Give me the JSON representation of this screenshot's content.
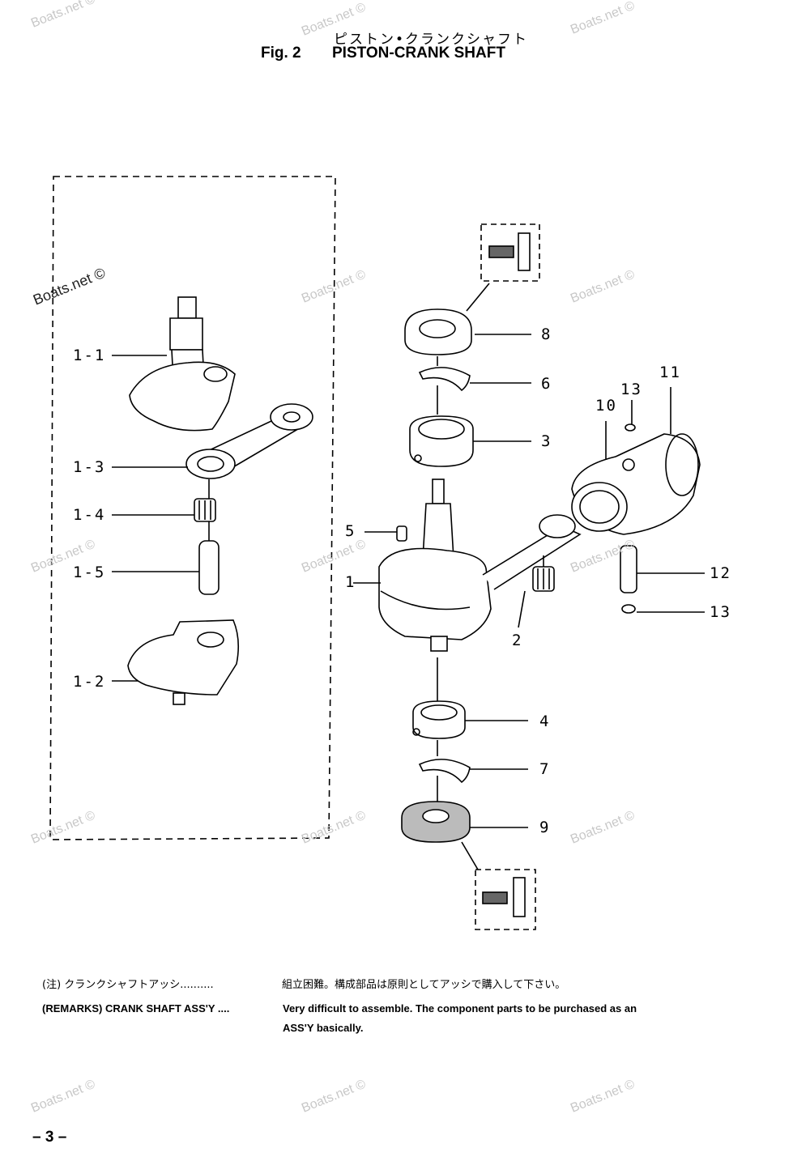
{
  "header": {
    "title_jp": "ピストン•クランクシャフト",
    "fig_label": "Fig. 2",
    "fig_title": "PISTON-CRANK SHAFT"
  },
  "callouts": {
    "c1_1": "1-1",
    "c1_3": "1-3",
    "c1_4": "1-4",
    "c1_5": "1-5",
    "c1_2": "1-2",
    "c1": "1",
    "c2": "2",
    "c3": "3",
    "c4": "4",
    "c5": "5",
    "c6": "6",
    "c7": "7",
    "c8": "8",
    "c9": "9",
    "c10": "10",
    "c11": "11",
    "c12": "12",
    "c13a": "13",
    "c13b": "13"
  },
  "watermark": "Boats.net ©",
  "notes": {
    "jp_prefix": "(注) クランクシャフトアッシ..........",
    "jp_body": "組立困難。構成部品は原則としてアッシで購入して下さい。",
    "en_prefix": "(REMARKS) CRANK SHAFT ASS'Y ....",
    "en_body": "Very difficult to assemble. The component parts to be purchased as an",
    "en_body2": "ASS'Y basically."
  },
  "page_number": "– 3 –"
}
